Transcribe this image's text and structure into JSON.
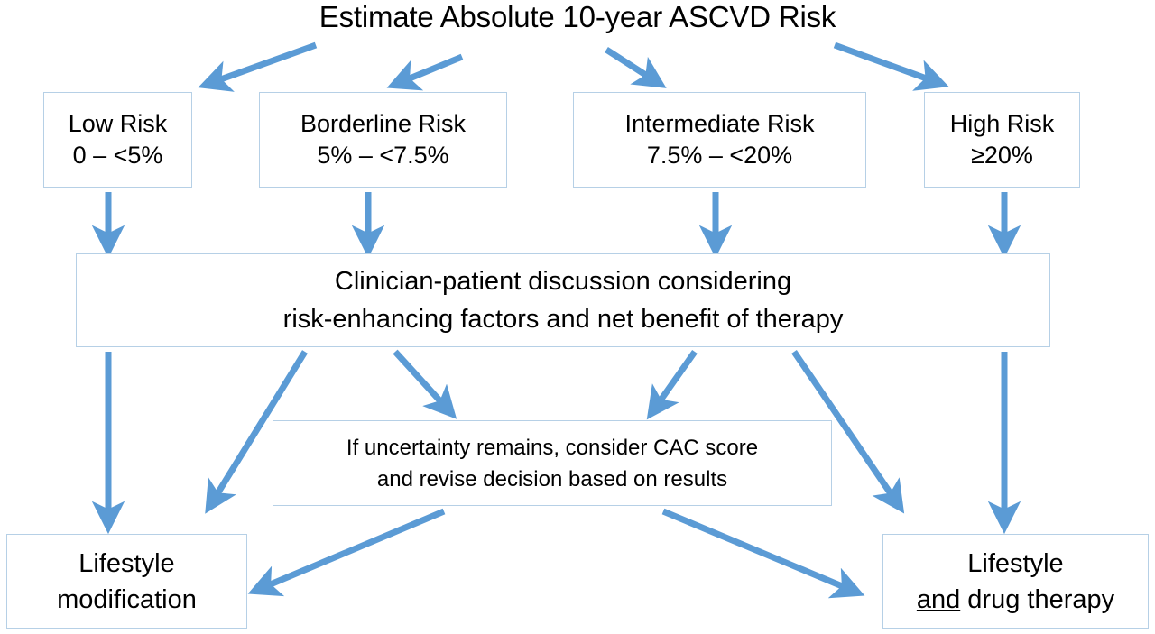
{
  "diagram": {
    "title": "Estimate Absolute 10-year ASCVD Risk",
    "accent_color": "#5b9bd5",
    "box_border_color": "#b6d0e6",
    "background_color": "#ffffff",
    "text_color": "#000000"
  },
  "risk_categories": [
    {
      "name": "Low Risk",
      "range": "0 – <5%"
    },
    {
      "name": "Borderline Risk",
      "range": "5% – <7.5%"
    },
    {
      "name": "Intermediate Risk",
      "range": "7.5% – <20%"
    },
    {
      "name": "High Risk",
      "range": "≥20%"
    }
  ],
  "discussion": {
    "line1": "Clinician-patient discussion considering",
    "line2": "risk-enhancing factors and net benefit of therapy"
  },
  "cac": {
    "line1": "If uncertainty remains, consider CAC score",
    "line2": "and revise decision based on results"
  },
  "outcomes": {
    "left": {
      "line1": "Lifestyle",
      "line2": "modification"
    },
    "right": {
      "line1": "Lifestyle",
      "line2_emphasis": "and",
      "line2_rest": " drug therapy"
    }
  }
}
